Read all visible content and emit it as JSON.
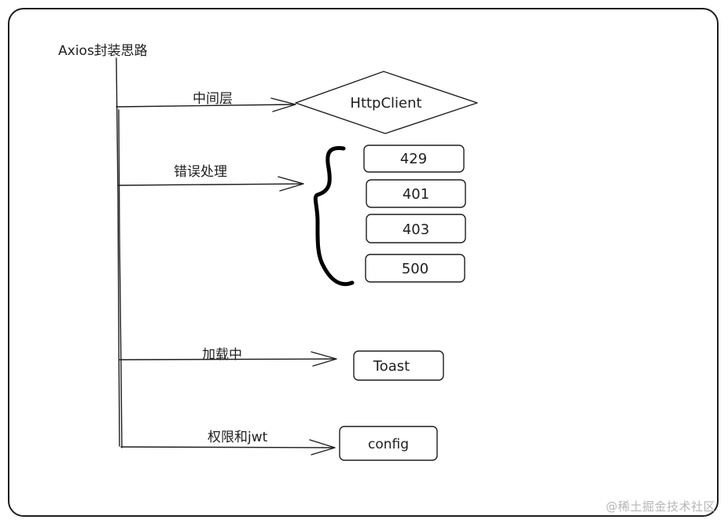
{
  "root": {
    "title": "Axios封装思路"
  },
  "branches": [
    {
      "label": "中间层",
      "target": {
        "shape": "diamond",
        "label": "HttpClient"
      }
    },
    {
      "label": "错误处理",
      "targets": [
        {
          "shape": "rect",
          "label": "429"
        },
        {
          "shape": "rect",
          "label": "401"
        },
        {
          "shape": "rect",
          "label": "403"
        },
        {
          "shape": "rect",
          "label": "500"
        }
      ]
    },
    {
      "label": "加载中",
      "target": {
        "shape": "rect",
        "label": "Toast"
      }
    },
    {
      "label": "权限和jwt",
      "target": {
        "shape": "rect",
        "label": "config"
      }
    }
  ],
  "watermark": "@稀土掘金技术社区",
  "colors": {
    "stroke": "#1e1e1e",
    "background": "#ffffff",
    "watermark": "#b6b6b6"
  }
}
